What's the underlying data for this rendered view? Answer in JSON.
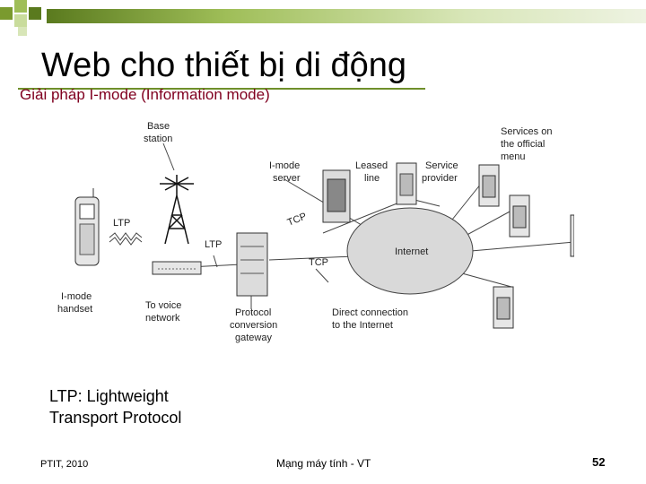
{
  "slide": {
    "title": "Web cho thiết bị di động",
    "subtitle": "Giải pháp I-mode (Information mode)",
    "note_line1": "LTP: Lightweight",
    "note_line2": "Transport Protocol"
  },
  "diagram": {
    "labels": {
      "base_station_1": "Base",
      "base_station_2": "station",
      "imode_server_1": "I-mode",
      "imode_server_2": "server",
      "leased_line_1": "Leased",
      "leased_line_2": "line",
      "service_provider_1": "Service",
      "service_provider_2": "provider",
      "services_official_1": "Services on",
      "services_official_2": "the official",
      "services_official_3": "menu",
      "ltp_handset": "LTP",
      "ltp_gateway": "LTP",
      "tcp_server": "TCP",
      "tcp_internet": "TCP",
      "internet": "Internet",
      "handset_1": "I-mode",
      "handset_2": "handset",
      "voice_1": "To voice",
      "voice_2": "network",
      "gateway_1": "Protocol",
      "gateway_2": "conversion",
      "gateway_3": "gateway",
      "direct_1": "Direct connection",
      "direct_2": "to the Internet"
    }
  },
  "footer": {
    "left": "PTIT, 2010",
    "center": "Mạng máy tính - VT",
    "page": "52"
  }
}
